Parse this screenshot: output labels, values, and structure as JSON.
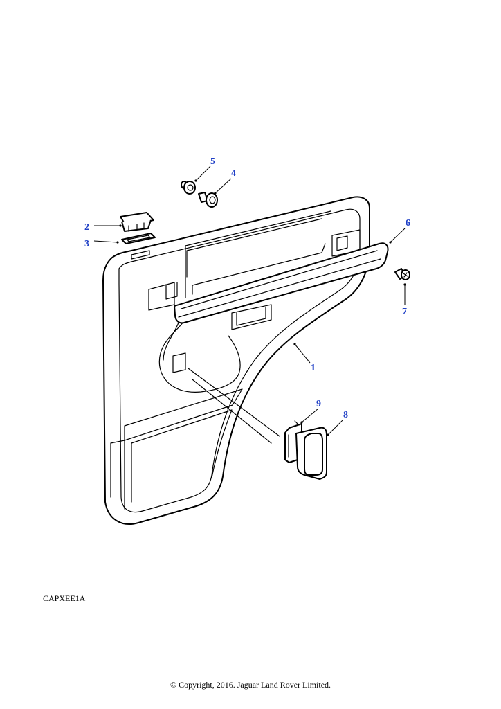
{
  "diagram": {
    "reference_code": "CAPXEE1A",
    "copyright": "© Copyright, 2016. Jaguar Land Rover Limited.",
    "callouts": [
      {
        "id": "c1",
        "label": "1"
      },
      {
        "id": "c2",
        "label": "2"
      },
      {
        "id": "c3",
        "label": "3"
      },
      {
        "id": "c4",
        "label": "4"
      },
      {
        "id": "c5",
        "label": "5"
      },
      {
        "id": "c6",
        "label": "6"
      },
      {
        "id": "c7",
        "label": "7"
      },
      {
        "id": "c8",
        "label": "8"
      },
      {
        "id": "c9",
        "label": "9"
      }
    ],
    "colors": {
      "callout_text": "#1f3fc6",
      "line": "#000000",
      "background": "#ffffff"
    }
  }
}
